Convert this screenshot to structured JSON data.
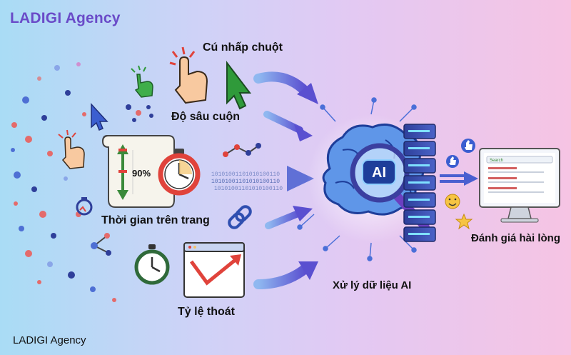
{
  "brand": {
    "top": "LADIGI Agency",
    "bottom": "LADIGI Agency"
  },
  "labels": {
    "clicks": "Cú nhấp chuột",
    "scroll_depth": "Độ sâu cuộn",
    "time_on_page": "Thời gian trên trang",
    "bounce_rate": "Tỷ lệ thoát",
    "ai_processing": "Xử lý dữ liệu AI",
    "satisfaction": "Đánh giá hài lòng"
  },
  "scroll_percent": "90%",
  "ai_badge": "AI",
  "search_placeholder": "Search",
  "binary_stream": "10101001101010100110",
  "colors": {
    "brand": "#6a4bc8",
    "brain": "#2f6fd0",
    "server": "#3a4fb0",
    "arrow": "#6b5fd8",
    "green": "#2f9a3a",
    "red": "#e0433b"
  }
}
